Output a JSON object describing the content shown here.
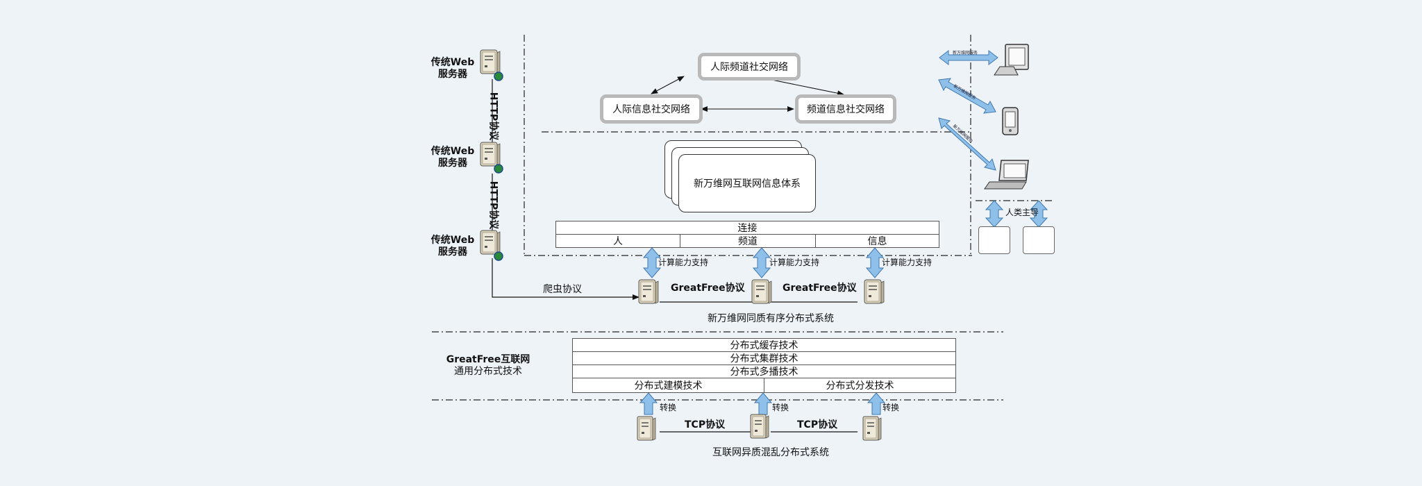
{
  "web_servers": [
    {
      "label_line1": "传统Web",
      "label_line2": "服务器"
    },
    {
      "label_line1": "传统Web",
      "label_line2": "服务器"
    },
    {
      "label_line1": "传统Web",
      "label_line2": "服务器"
    }
  ],
  "http_links": [
    "HTTP协议",
    "HTTP协议"
  ],
  "crawler_label": "爬虫协议",
  "social": {
    "top": "人际频道社交网络",
    "left": "人际信息社交网络",
    "right": "频道信息社交网络"
  },
  "info_system": "新万维网互联网信息体系",
  "connect_table": {
    "header": "连接",
    "cells": [
      "人",
      "频道",
      "信息"
    ]
  },
  "compute_support": [
    "计算能力支持",
    "计算能力支持",
    "计算能力支持"
  ],
  "greatfree_links": [
    "GreatFree协议",
    "GreatFree协议"
  ],
  "ordered_system_title": "新万维网同质有序分布式系统",
  "tech_section": {
    "label_line1": "GreatFree互联网",
    "label_line2": "通用分布式技术",
    "rows": [
      "分布式缓存技术",
      "分布式集群技术",
      "分布式多播技术"
    ],
    "bottom_left": "分布式建模技术",
    "bottom_right": "分布式分发技术"
  },
  "convert_labels": [
    "转换",
    "转换",
    "转换"
  ],
  "tcp_links": [
    "TCP协议",
    "TCP协议"
  ],
  "chaos_system_title": "互联网异质混乱分布式系统",
  "human_label": "人类主导",
  "device_labels": [
    "新万维网服务",
    "新万维网服务",
    "新万维网服务"
  ],
  "colors": {
    "background": "#eef3f8",
    "arrow_fill": "#8fc0ea",
    "arrow_stroke": "#3f78b0",
    "rounded_border": "#b9b9b9",
    "server_body": "#d8cfb8",
    "globe": "#2a8a3a"
  }
}
